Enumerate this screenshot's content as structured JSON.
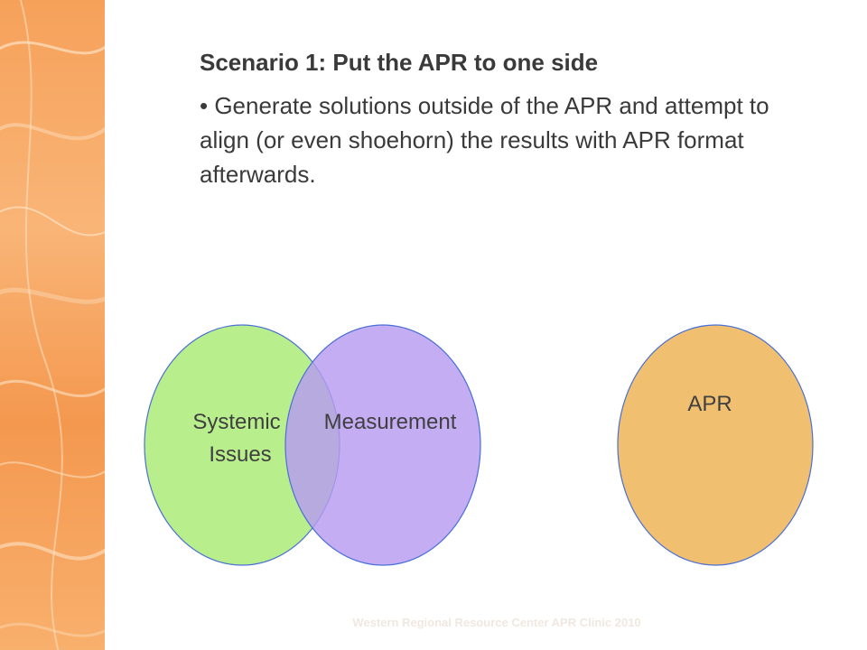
{
  "slide": {
    "title": "Scenario 1:  Put the APR to one side",
    "bullet": "• Generate solutions outside of the APR and attempt to align (or even shoehorn) the results with APR format afterwards.",
    "footer": "Western Regional Resource Center APR Clinic 2010"
  },
  "diagram": {
    "circles": [
      {
        "label_lines": [
          "Systemic",
          "Issues"
        ],
        "fill": "#b8ef8c"
      },
      {
        "label_lines": [
          "Measurement"
        ],
        "fill": "#b79bf0"
      },
      {
        "label_lines": [
          "APR"
        ],
        "fill": "#f0c070"
      }
    ],
    "outline_color": "#4a6fd6",
    "text_color": "#404040"
  }
}
